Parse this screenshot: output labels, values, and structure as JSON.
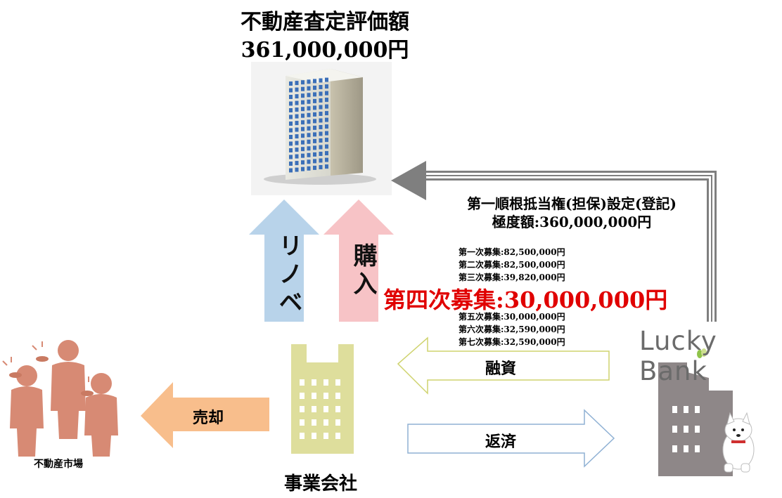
{
  "property": {
    "title": "不動産査定評価額",
    "value": "361,000,000円"
  },
  "arrows": {
    "renovation": "リノベ",
    "purchase": "購入",
    "financing": "融資",
    "repayment": "返済",
    "sale": "売却"
  },
  "mortgage": {
    "line1": "第一順根抵当権(担保)設定(登記)",
    "line2": "極度額:360,000,000円"
  },
  "rounds_before": [
    "第一次募集:82,500,000円",
    "第二次募集:82,500,000円",
    "第三次募集:39,820,000円"
  ],
  "highlight_round": "第四次募集:30,000,000円",
  "rounds_after": [
    "第五次募集:30,000,000円",
    "第六次募集:32,590,000円",
    "第七次募集:32,590,000円"
  ],
  "bank": {
    "name": "Lucky Bank"
  },
  "company": {
    "label": "事業会社"
  },
  "market": {
    "label": "不動産市場"
  },
  "colors": {
    "renov_arrow": "#b8d3ea",
    "purchase_arrow": "#f7c3c6",
    "sale_arrow": "#f8be8c",
    "company_building": "#dede9c",
    "bank_building": "#8e8788",
    "people": "#d78a74",
    "highlight": "#e00000",
    "connector": "#8a8a8a"
  }
}
